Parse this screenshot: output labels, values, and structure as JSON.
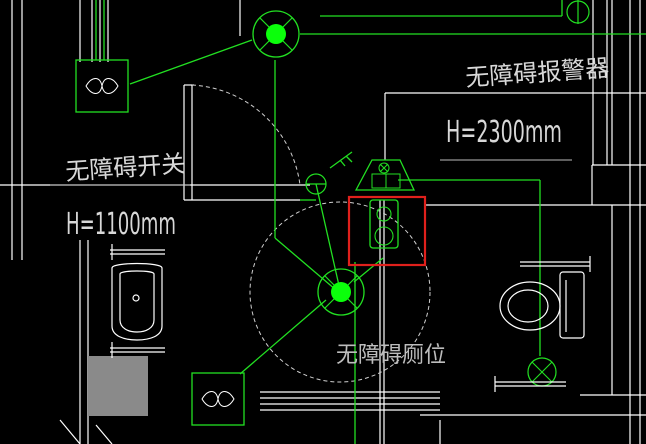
{
  "drawing": {
    "labels": {
      "switch_title": "无障碍开关",
      "switch_height": "H=1100mm",
      "alarm_title": "无障碍报警器",
      "alarm_height": "H=2300mm",
      "toilet_title": "无障碍厕位"
    },
    "colors": {
      "background": "#000000",
      "wall": "#ffffff",
      "wire": "#22e022",
      "fixture": "#ffffff",
      "dimension": "#bdbdbd",
      "highlight": "#e0201c",
      "fill_block": "#8a8a8a",
      "lamp_fill": "#0bff0b"
    },
    "symbols": [
      "ceiling-lamp-icon",
      "exhaust-fan-icon",
      "alarm-bell-icon",
      "pull-switch-icon",
      "wash-basin-icon",
      "toilet-icon"
    ]
  }
}
